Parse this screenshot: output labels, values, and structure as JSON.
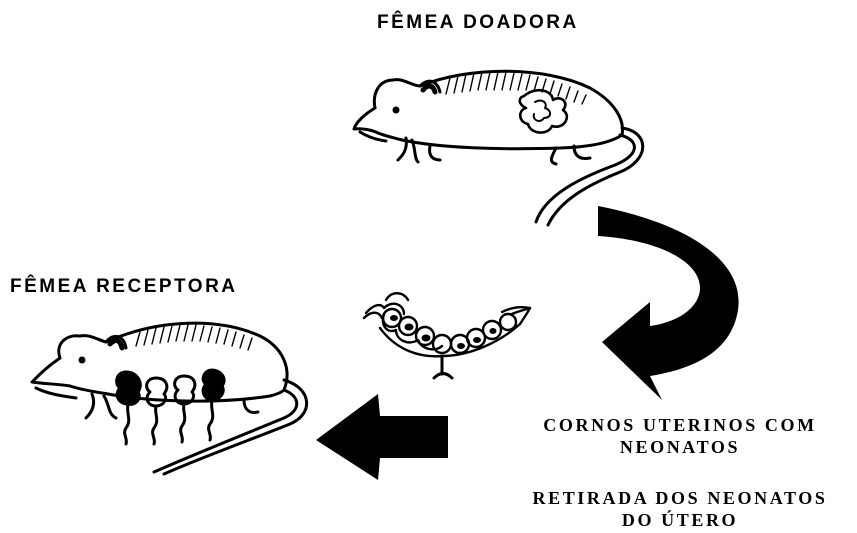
{
  "labels": {
    "donor_female": "FÊMEA DOADORA",
    "recipient_female": "FÊMEA RECEPTORA",
    "uterine_horns_line1": "CORNOS UTERINOS COM",
    "uterine_horns_line2": "NEONATOS",
    "removal_line1": "RETIRADA DOS NEONATOS",
    "removal_line2": "DO ÚTERO"
  },
  "colors": {
    "ink": "#000000",
    "background": "#ffffff"
  }
}
